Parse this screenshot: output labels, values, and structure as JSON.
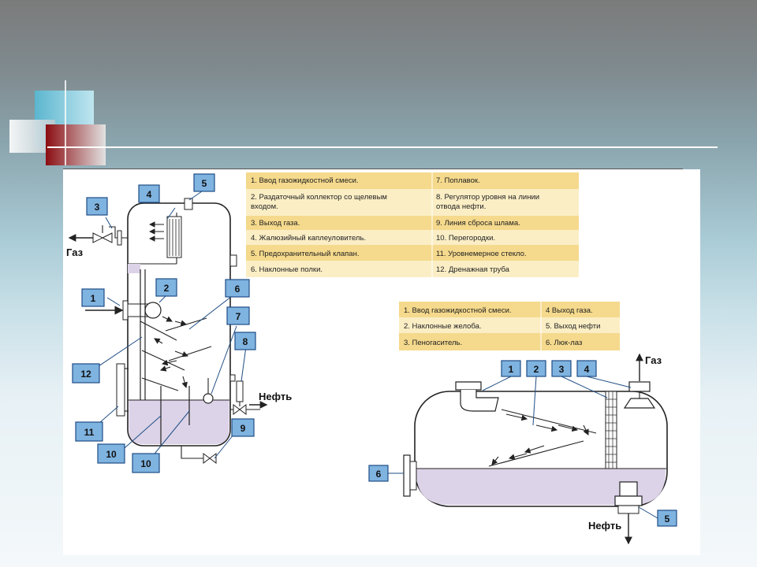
{
  "table1": {
    "rows": [
      [
        "1. Ввод газожидкостной смеси.",
        "7. Поплавок."
      ],
      [
        "2. Раздаточный коллектор со щелевым",
        "8. Регулятор уровня на линии"
      ],
      [
        "входом.",
        "отвода нефти."
      ],
      [
        "3. Выход газа.",
        "9. Линия сброса шлама."
      ],
      [
        "4. Жалюзийный каплеуловитель.",
        "10. Перегородки."
      ],
      [
        "5. Предохранительный клапан.",
        "11. Уровнемерное стекло."
      ],
      [
        "6. Наклонные полки.",
        "12. Дренажная труба"
      ]
    ]
  },
  "table2": {
    "rows": [
      [
        "1. Ввод газожидкостной смеси.",
        "4 Выход газа."
      ],
      [
        "2. Наклонные желоба.",
        "5. Выход нефти"
      ],
      [
        "3. Пеногаситель.",
        "6. Люк-лаз"
      ]
    ]
  },
  "vertical": {
    "gas_label": "Газ",
    "oil_label": "Нефть",
    "callouts": [
      "1",
      "2",
      "3",
      "4",
      "5",
      "6",
      "7",
      "8",
      "9",
      "10",
      "10",
      "11",
      "12"
    ]
  },
  "horizontal": {
    "gas_label": "Газ",
    "oil_label": "Нефть",
    "callouts": [
      "1",
      "2",
      "3",
      "4",
      "5",
      "6"
    ]
  },
  "colors": {
    "table_bg": "#f5d98c",
    "callout_bg": "#7fb3e0",
    "liquid": "#dcd3e8"
  }
}
